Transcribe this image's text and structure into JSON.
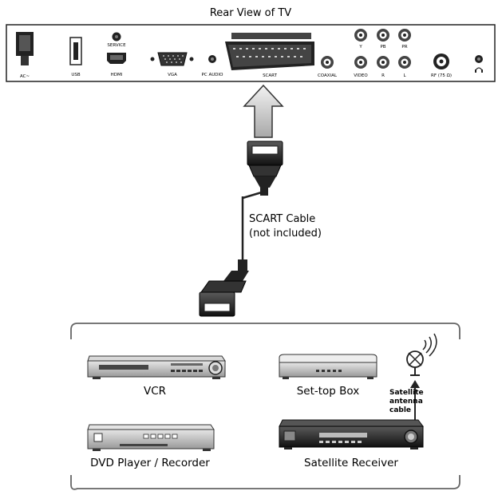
{
  "title": "Rear View of TV",
  "tv_ports": {
    "ac": "AC~",
    "usb": "USB",
    "service": "SERVICE",
    "hdmi": "HDMI",
    "vga": "VGA",
    "pc_audio": "PC AUDIO",
    "scart": "SCART",
    "coaxial": "COAXIAL",
    "video": "VIDEO",
    "r": "R",
    "l": "L",
    "y": "Y",
    "pb": "PB",
    "pr": "PR",
    "rf": "RF (75 Ω)"
  },
  "cable": {
    "line1": "SCART Cable",
    "line2": "(not included)"
  },
  "devices": {
    "vcr": "VCR",
    "settop": "Set-top Box",
    "dvd": "DVD Player / Recorder",
    "satellite": "Satellite Receiver",
    "antenna_line1": "Satellite",
    "antenna_line2": "antenna",
    "antenna_line3": "cable"
  }
}
